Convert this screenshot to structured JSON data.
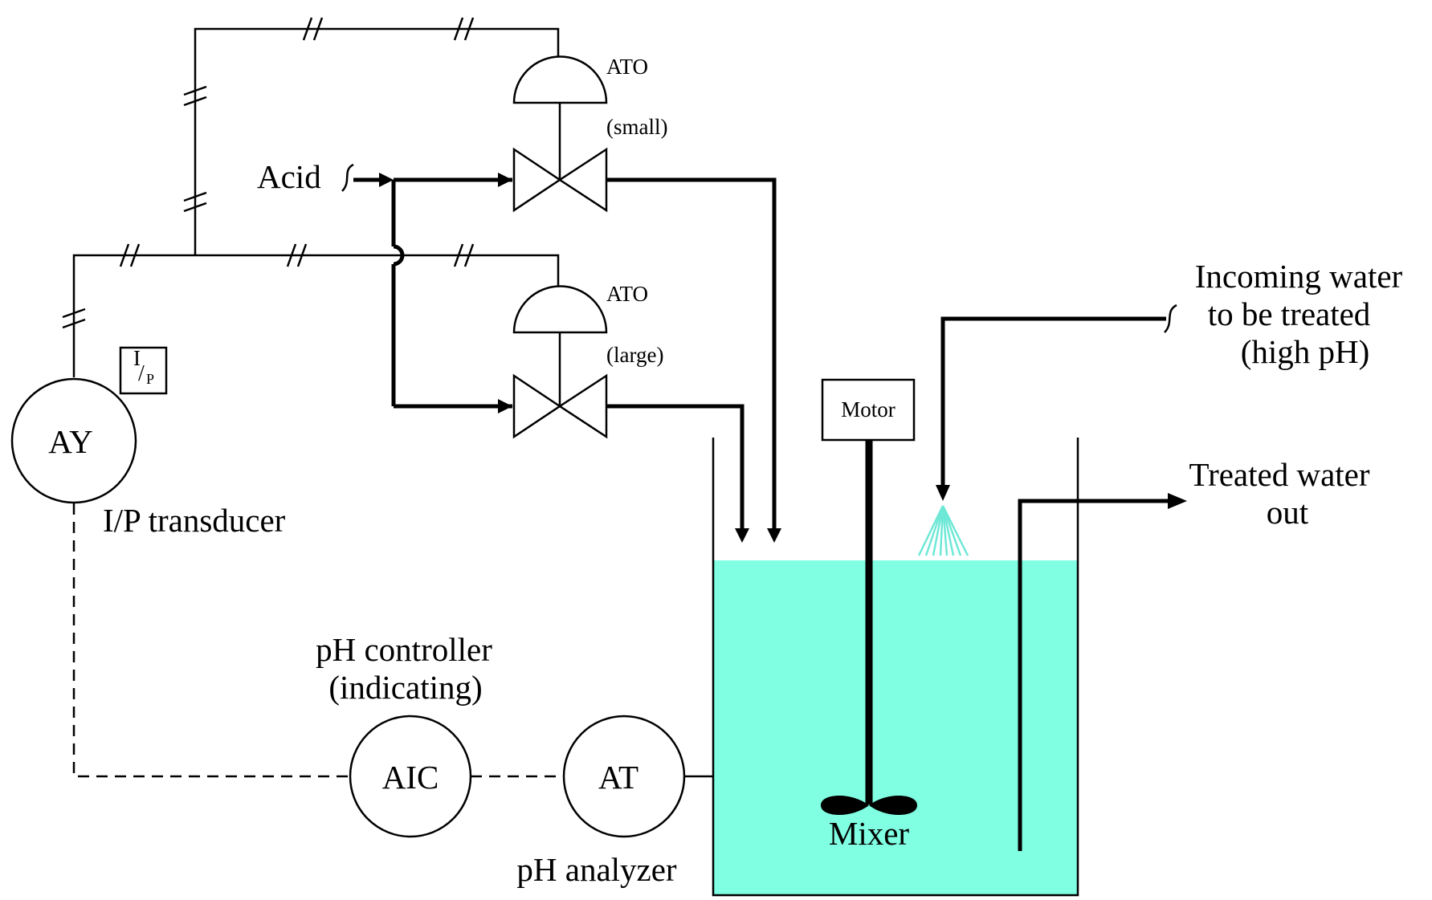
{
  "labels": {
    "acid": "Acid",
    "ato_small": "ATO",
    "small": "(small)",
    "ato_large": "ATO",
    "large": "(large)",
    "motor": "Motor",
    "incoming_line1": "Incoming water",
    "incoming_line2": "to be treated",
    "incoming_line3": "(high pH)",
    "treated_line1": "Treated water",
    "treated_line2": "out",
    "ay": "AY",
    "ip_box_i": "I",
    "ip_box_slash": "/",
    "ip_box_p": "P",
    "ip_transducer": "I/P transducer",
    "controller_line1": "pH controller",
    "controller_line2": "(indicating)",
    "aic": "AIC",
    "at": "AT",
    "analyzer": "pH analyzer",
    "mixer": "Mixer"
  },
  "colors": {
    "water": "#80ffe2",
    "spray": "#6ee8d6",
    "line": "#000000"
  }
}
